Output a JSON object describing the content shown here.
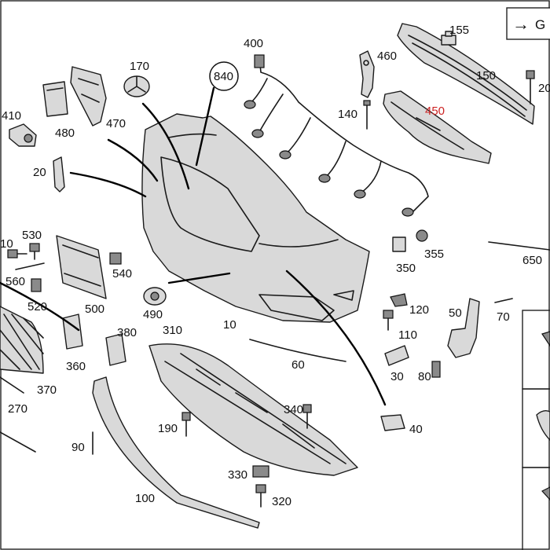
{
  "diagram": {
    "nav_arrow_symbol": "→",
    "nav_arrow_text": "G",
    "labels": [
      {
        "id": "155",
        "text": "155"
      },
      {
        "id": "150",
        "text": "150"
      },
      {
        "id": "20r",
        "text": "20"
      },
      {
        "id": "400",
        "text": "400"
      },
      {
        "id": "460",
        "text": "460"
      },
      {
        "id": "170",
        "text": "170"
      },
      {
        "id": "840",
        "text": "840"
      },
      {
        "id": "450",
        "text": "450"
      },
      {
        "id": "410",
        "text": "410"
      },
      {
        "id": "480",
        "text": "480"
      },
      {
        "id": "470",
        "text": "470"
      },
      {
        "id": "140",
        "text": "140"
      },
      {
        "id": "20",
        "text": "20"
      },
      {
        "id": "10a",
        "text": "10"
      },
      {
        "id": "530",
        "text": "530"
      },
      {
        "id": "355",
        "text": "355"
      },
      {
        "id": "650",
        "text": "650"
      },
      {
        "id": "560",
        "text": "560"
      },
      {
        "id": "540",
        "text": "540"
      },
      {
        "id": "350",
        "text": "350"
      },
      {
        "id": "520",
        "text": "520"
      },
      {
        "id": "500",
        "text": "500"
      },
      {
        "id": "490",
        "text": "490"
      },
      {
        "id": "120",
        "text": "120"
      },
      {
        "id": "50",
        "text": "50"
      },
      {
        "id": "70",
        "text": "70"
      },
      {
        "id": "380",
        "text": "380"
      },
      {
        "id": "310",
        "text": "310"
      },
      {
        "id": "10",
        "text": "10"
      },
      {
        "id": "110",
        "text": "110"
      },
      {
        "id": "360",
        "text": "360"
      },
      {
        "id": "60",
        "text": "60"
      },
      {
        "id": "30",
        "text": "30"
      },
      {
        "id": "80",
        "text": "80"
      },
      {
        "id": "370",
        "text": "370"
      },
      {
        "id": "270",
        "text": "270"
      },
      {
        "id": "340",
        "text": "340"
      },
      {
        "id": "190",
        "text": "190"
      },
      {
        "id": "40",
        "text": "40"
      },
      {
        "id": "90",
        "text": "90"
      },
      {
        "id": "330",
        "text": "330"
      },
      {
        "id": "100",
        "text": "100"
      },
      {
        "id": "320",
        "text": "320"
      }
    ]
  }
}
